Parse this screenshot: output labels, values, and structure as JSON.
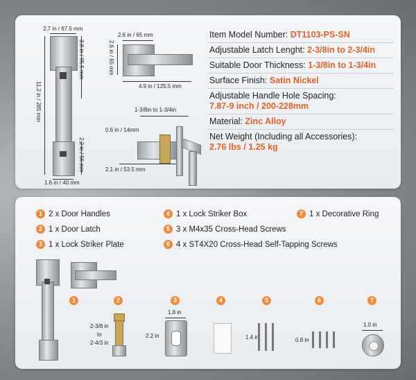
{
  "specs": {
    "model": {
      "label": "Item Model Number: ",
      "value": "DT1103-PS-SN"
    },
    "latch": {
      "label": "Adjustable Latch Lenght: ",
      "value": "2-3/8in to 2-3/4in"
    },
    "door": {
      "label": "Suitable Door Thickness: ",
      "value": "1-3/8in to 1-3/4in"
    },
    "finish": {
      "label": "Surface Finish: ",
      "value": "Satin Nickel"
    },
    "spacing": {
      "label": "Adjustable Handle Hole Spacing:",
      "value": "7.87-9 inch / 200-228mm"
    },
    "material": {
      "label": "Material: ",
      "value": "Zinc Alloy"
    },
    "weight": {
      "label": "Net Weight (Including all Accessories):",
      "value": "2.76 lbs / 1.25 kg"
    }
  },
  "dims": {
    "d1": "2.7 in / 67.5 mm",
    "d2": "3.8 in / 95.5 mm",
    "d3": "11.2 in / 285 mm",
    "d4": "2.2 in / 56 mm",
    "d5": "1.6 in / 40 mm",
    "d6": "2.6 in / 65 mm",
    "d7": "2.6 in / 65 mm",
    "d8": "4.9 in / 125.5 mm",
    "d9": "1-3/8in to 1-3/4in",
    "d10": "0.6 in / 14mm",
    "d11": "2.1 in / 53.5 mm"
  },
  "items": [
    {
      "num": "1",
      "text": "2 x Door Handles"
    },
    {
      "num": "2",
      "text": "1 x Door Latch"
    },
    {
      "num": "3",
      "text": "1 x Lock Striker Plate"
    },
    {
      "num": "4",
      "text": "1 x Lock Striker Box"
    },
    {
      "num": "5",
      "text": "3 x M4x35 Cross-Head Screws"
    },
    {
      "num": "6",
      "text": "4 x ST4X20 Cross-Head Self-Tapping Screws"
    },
    {
      "num": "7",
      "text": "1 x Decorative Ring"
    }
  ],
  "part_dims": {
    "latch_a": "2-3/8 in",
    "latch_b": "to",
    "latch_c": "2-4/3 in",
    "plate_w": "1.8 in",
    "plate_h": "2.2 in",
    "screw_long": "1.4 in",
    "screw_short": "0.8 in",
    "ring": "1.0 in"
  },
  "colors": {
    "accent": "#e3622b",
    "badge": "#f08a3c"
  }
}
